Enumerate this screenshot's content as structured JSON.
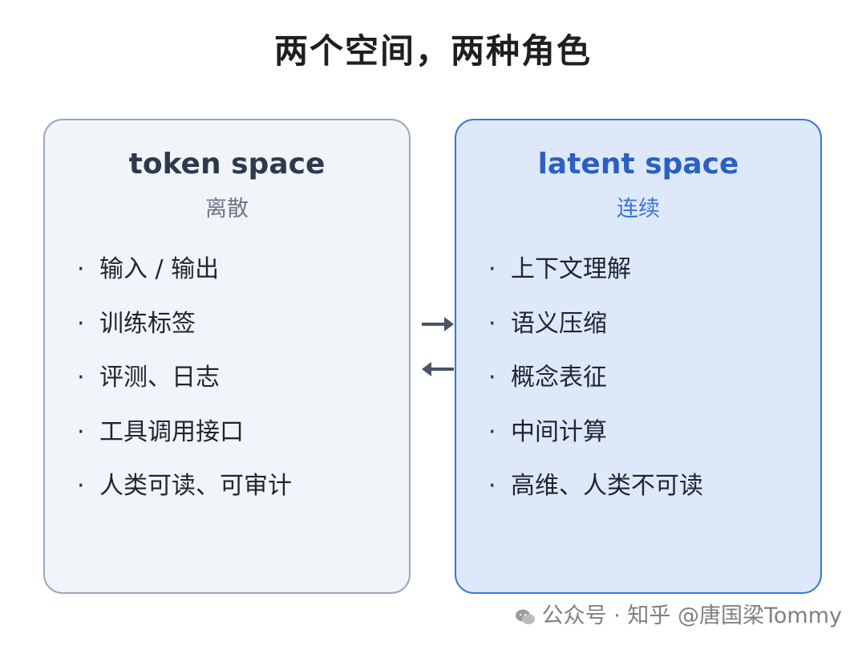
{
  "title": "两个空间，两种角色",
  "left_panel": {
    "title": "token space",
    "subtitle": "离散",
    "bullet": "·",
    "items": [
      "输入 / 输出",
      "训练标签",
      "评测、日志",
      "工具调用接口",
      "人类可读、可审计"
    ]
  },
  "right_panel": {
    "title": "latent space",
    "subtitle": "连续",
    "bullet": "·",
    "items": [
      "上下文理解",
      "语义压缩",
      "概念表征",
      "中间计算",
      "高维、人类不可读"
    ]
  },
  "watermark": {
    "text": "公众号 · 知乎 @唐国梁Tommy"
  },
  "colors": {
    "left_border": "#9aa8b8",
    "left_fill": "#f1f4f8",
    "right_border": "#3a78d6",
    "right_fill": "#dde9fb",
    "arrow": "#4a5566"
  }
}
